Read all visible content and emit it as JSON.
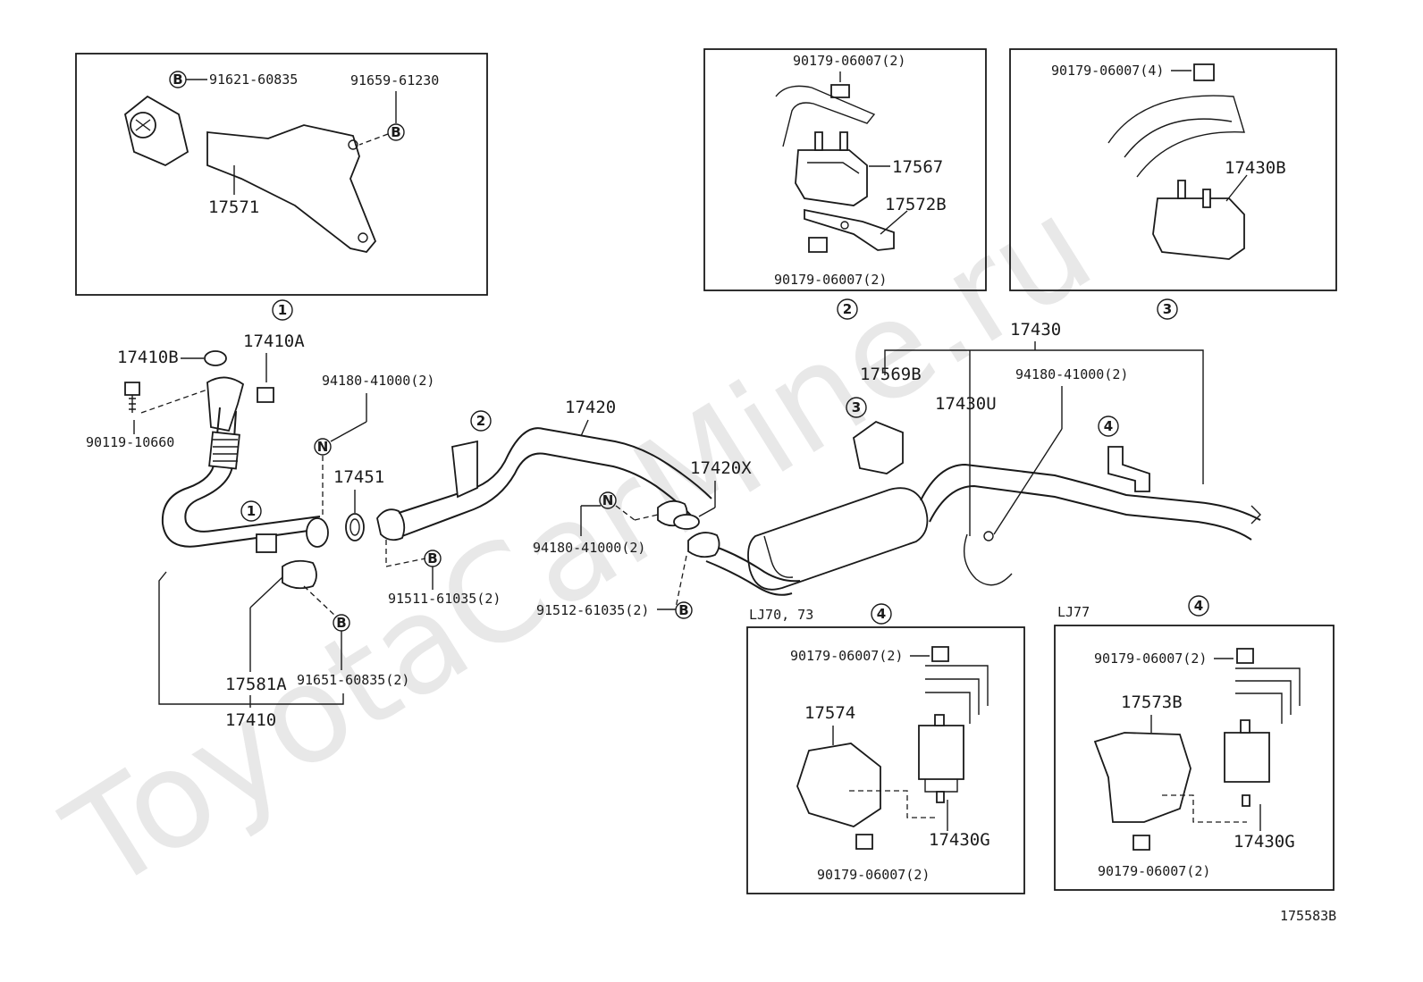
{
  "watermark": "ToyotaCarMine.ru",
  "figure_id": "175583B",
  "box1": {
    "circle": "1",
    "labels": {
      "b91621": "91621-60835",
      "p91659": "91659-61230",
      "p17571": "17571"
    },
    "markers": {
      "b1": "B",
      "b2": "B"
    }
  },
  "box2": {
    "circle": "2",
    "labels": {
      "top": "90179-06007(2)",
      "p17567": "17567",
      "p17572b": "17572B",
      "bottom": "90179-06007(2)"
    }
  },
  "box3": {
    "circle": "3",
    "labels": {
      "top": "90179-06007(4)",
      "p17430b": "17430B"
    }
  },
  "box4a": {
    "circle": "4",
    "model": "LJ70, 73",
    "labels": {
      "top": "90179-06007(2)",
      "p17574": "17574",
      "p17430g": "17430G",
      "bottom": "90179-06007(2)"
    }
  },
  "box4b": {
    "circle": "4",
    "model": "LJ77",
    "labels": {
      "top": "90179-06007(2)",
      "p17573b": "17573B",
      "p17430g": "17430G",
      "bottom": "90179-06007(2)"
    }
  },
  "main": {
    "p17410b": "17410B",
    "p17410a": "17410A",
    "p90119": "90119-10660",
    "p94180a": "94180-41000(2)",
    "p17451": "17451",
    "p17581a": "17581A",
    "p91651": "91651-60835(2)",
    "p17410": "17410",
    "p17420": "17420",
    "p17420x": "17420X",
    "p91511": "91511-61035(2)",
    "p94180b": "94180-41000(2)",
    "p91512": "91512-61035(2)",
    "p17430": "17430",
    "p17569b": "17569B",
    "p17430u": "17430U",
    "p94180c": "94180-41000(2)",
    "callouts": {
      "c1a": "1",
      "c2a": "2",
      "c3a": "3",
      "c4a": "4"
    },
    "markers": {
      "n1": "N",
      "n2": "N",
      "b3": "B",
      "b4": "B",
      "b5": "B"
    }
  }
}
